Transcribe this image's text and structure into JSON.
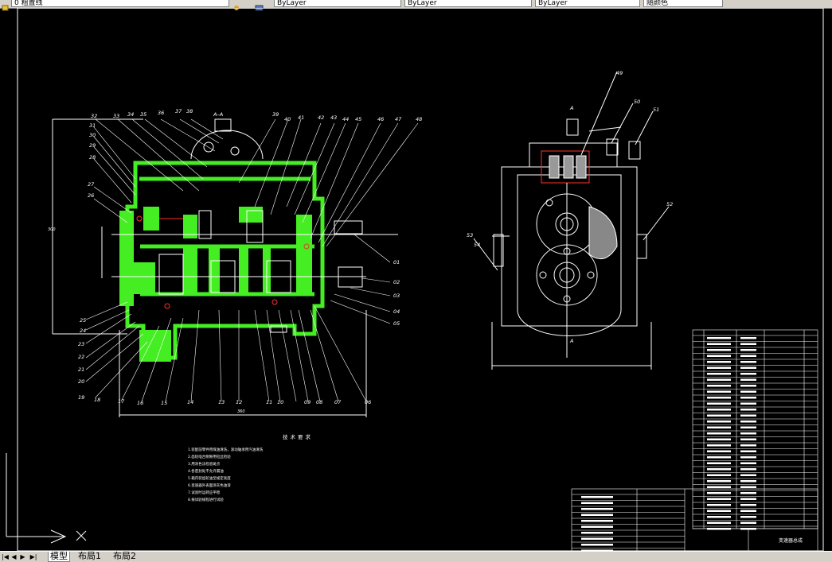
{
  "toolbar": {
    "layer_name": "0  粗置线",
    "dropdowns": [
      "ByLayer",
      "ByLayer",
      "ByLayer",
      "随颜色"
    ]
  },
  "drawing": {
    "title_note": "技术要求",
    "side_label": "A–A",
    "section_label": "A",
    "part_numbers_left_top": [
      "32",
      "33",
      "34",
      "35",
      "36",
      "37",
      "38",
      "39",
      "40",
      "41",
      "42",
      "43",
      "44",
      "45",
      "46",
      "47",
      "48"
    ],
    "part_numbers_left_side": [
      "31",
      "30",
      "29",
      "28",
      "27",
      "26",
      "25",
      "24",
      "23",
      "22",
      "21",
      "20",
      "19"
    ],
    "part_numbers_bottom": [
      "18",
      "17",
      "16",
      "15",
      "14",
      "13",
      "12",
      "11",
      "10",
      "09",
      "08",
      "07",
      "06"
    ],
    "part_numbers_right": [
      "01",
      "02",
      "03",
      "04",
      "05"
    ],
    "part_numbers_side_view": [
      "49",
      "50",
      "51",
      "52",
      "53",
      "54"
    ],
    "tech_requirements": [
      "1.装配前零件用煤油清洗，滚动轴承用汽油清洗",
      "2.齿轮啮合侧隙用铅丝检验",
      "3.用涂色法检验斑点",
      "4.各密封处不允许漏油",
      "5.箱内装齿轮油至规定高度",
      "6.变速器外表面涂灰色油漆",
      "7.试验时运转应平稳",
      "8.按试验规程进行试验"
    ],
    "title_block": "变速器总成",
    "dim_width": "360",
    "dim_height": "300"
  },
  "statusbar": {
    "nav": [
      "|◀",
      "◀",
      "▶",
      "▶|"
    ],
    "tabs": [
      "模型",
      "布局1",
      "布局2"
    ],
    "active_tab": "模型"
  }
}
